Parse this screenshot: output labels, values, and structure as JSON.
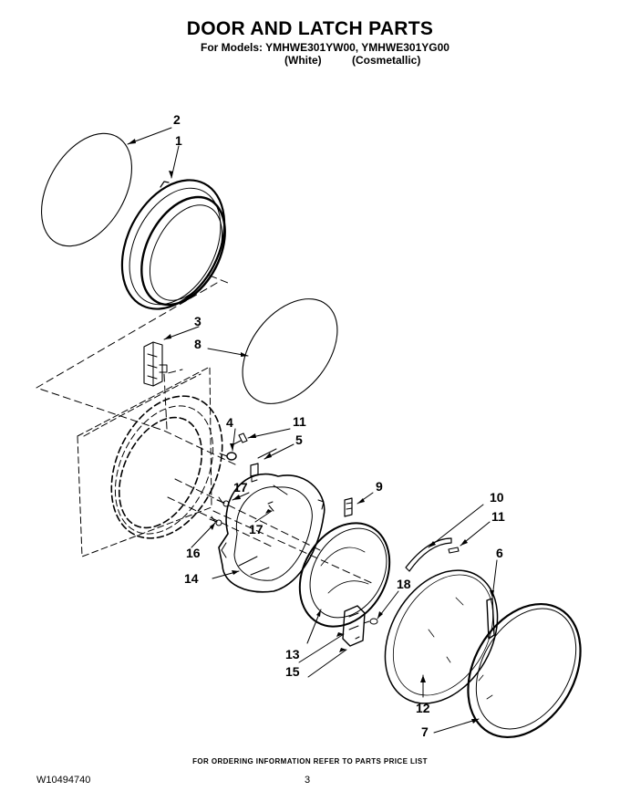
{
  "header": {
    "title": "DOOR AND LATCH PARTS",
    "models": "For Models: YMHWE301YW00, YMHWE301YG00",
    "variant_1": "(White)",
    "variant_2": "(Cosmetallic)"
  },
  "callouts": [
    {
      "id": "1",
      "label": "1"
    },
    {
      "id": "2",
      "label": "2"
    },
    {
      "id": "3",
      "label": "3"
    },
    {
      "id": "4",
      "label": "4"
    },
    {
      "id": "5",
      "label": "5"
    },
    {
      "id": "6",
      "label": "6"
    },
    {
      "id": "7",
      "label": "7"
    },
    {
      "id": "8",
      "label": "8"
    },
    {
      "id": "9",
      "label": "9"
    },
    {
      "id": "10",
      "label": "10"
    },
    {
      "id": "11a",
      "label": "11"
    },
    {
      "id": "11b",
      "label": "11"
    },
    {
      "id": "12",
      "label": "12"
    },
    {
      "id": "13",
      "label": "13"
    },
    {
      "id": "14",
      "label": "14"
    },
    {
      "id": "15",
      "label": "15"
    },
    {
      "id": "16",
      "label": "16"
    },
    {
      "id": "17a",
      "label": "17"
    },
    {
      "id": "17b",
      "label": "17"
    },
    {
      "id": "18",
      "label": "18"
    }
  ],
  "footer": {
    "note": "FOR ORDERING INFORMATION REFER TO PARTS PRICE LIST",
    "doc_number": "W10494740",
    "page": "3"
  }
}
